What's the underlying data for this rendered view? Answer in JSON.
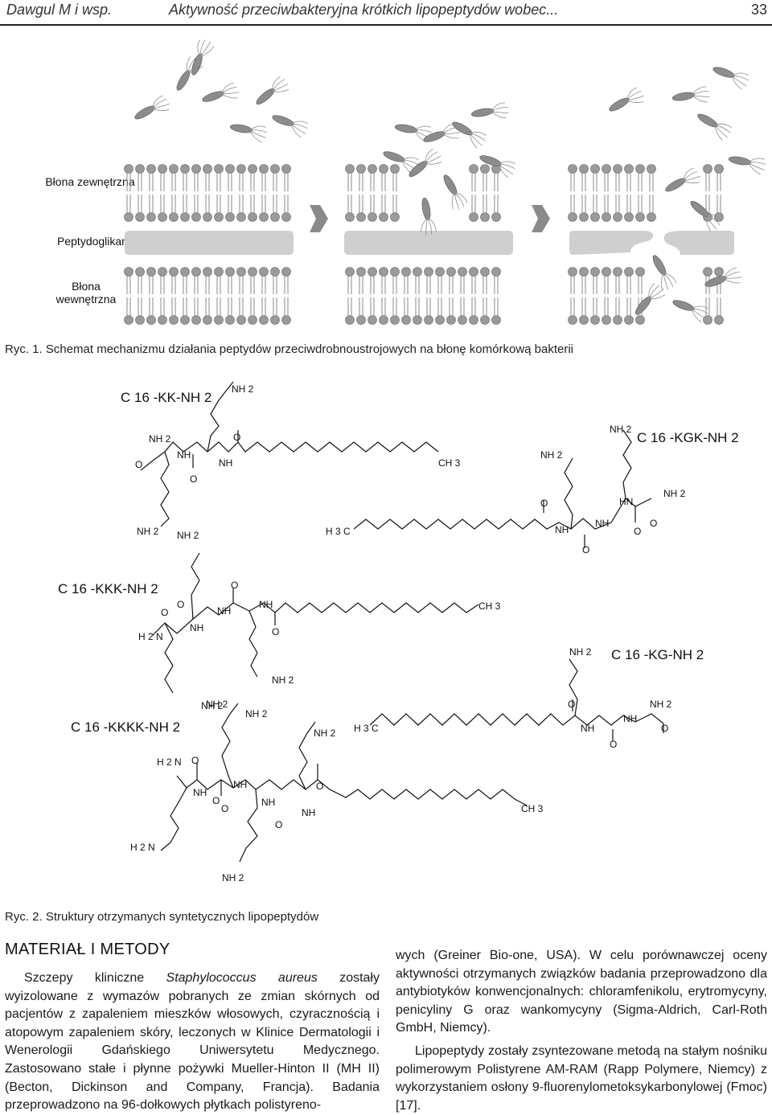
{
  "header": {
    "authors": "Dawgul  M i wsp.",
    "title": "Aktywność przeciwbakteryjna krótkich lipopeptydów wobec...",
    "page": "33"
  },
  "figure1": {
    "labels": {
      "outer_membrane": "Błona zewnętrzna",
      "peptidoglycan": "Peptydoglikan",
      "inner_membrane": "Błona wewnętrzna"
    },
    "caption": "Ryc. 1. Schemat mechanizmu działania peptydów przeciwdrobnoustrojowych na błonę komórkową bakterii"
  },
  "figure2": {
    "compounds": {
      "c16kk": "C 16 -KK-NH 2",
      "c16kgk": "C 16 -KGK-NH 2",
      "c16kkk": "C 16 -KKK-NH 2",
      "c16kg": "C 16 -KG-NH 2",
      "c16kkkk": "C 16 -KKKK-NH 2"
    },
    "atoms": {
      "nh2": "NH 2",
      "h2n": "H 2 N",
      "nh": "NH",
      "hn": "HN",
      "o": "O",
      "ch3": "CH 3",
      "h3c": "H 3 C"
    },
    "caption": "Ryc. 2. Struktury otrzymanych syntetycznych lipopeptydów"
  },
  "section": {
    "heading": "MATERIAŁ I METODY"
  },
  "left_column": {
    "p1_pre": "Szczepy kliniczne ",
    "p1_species": "Staphylococcus aureus",
    "p1_post": " zostały wyizolowane z wymazów pobranych ze zmian skórnych od pacjentów z zapaleniem mieszków włosowych, czyracznością i atopowym zapaleniem skóry, leczonych w Klinice Dermatologii i Wenerologii Gdańskiego Uniwersytetu Medycznego. Zastosowano stałe i płynne pożywki Mueller-Hinton II (MH II) (Becton, Dickinson and Company, Francja). Badania przeprowadzono na 96-dołkowych płytkach polistyreno-"
  },
  "right_column": {
    "p1": "wych (Greiner Bio-one, USA). W celu porównawczej oceny aktywności otrzymanych związków badania przeprowadzono dla antybiotyków konwencjonalnych: chloramfenikolu, erytromycyny, penicyliny G oraz wankomycyny (Sigma-Aldrich, Carl-Roth GmbH, Niemcy).",
    "p2": "Lipopeptydy zostały zsyntezowane metodą na stałym nośniku polimerowym Polistyrene AM-RAM (Rapp Polymere, Niemcy) z wykorzystaniem osłony 9-fluorenylometoksykarbonylowej (Fmoc) [17]."
  }
}
